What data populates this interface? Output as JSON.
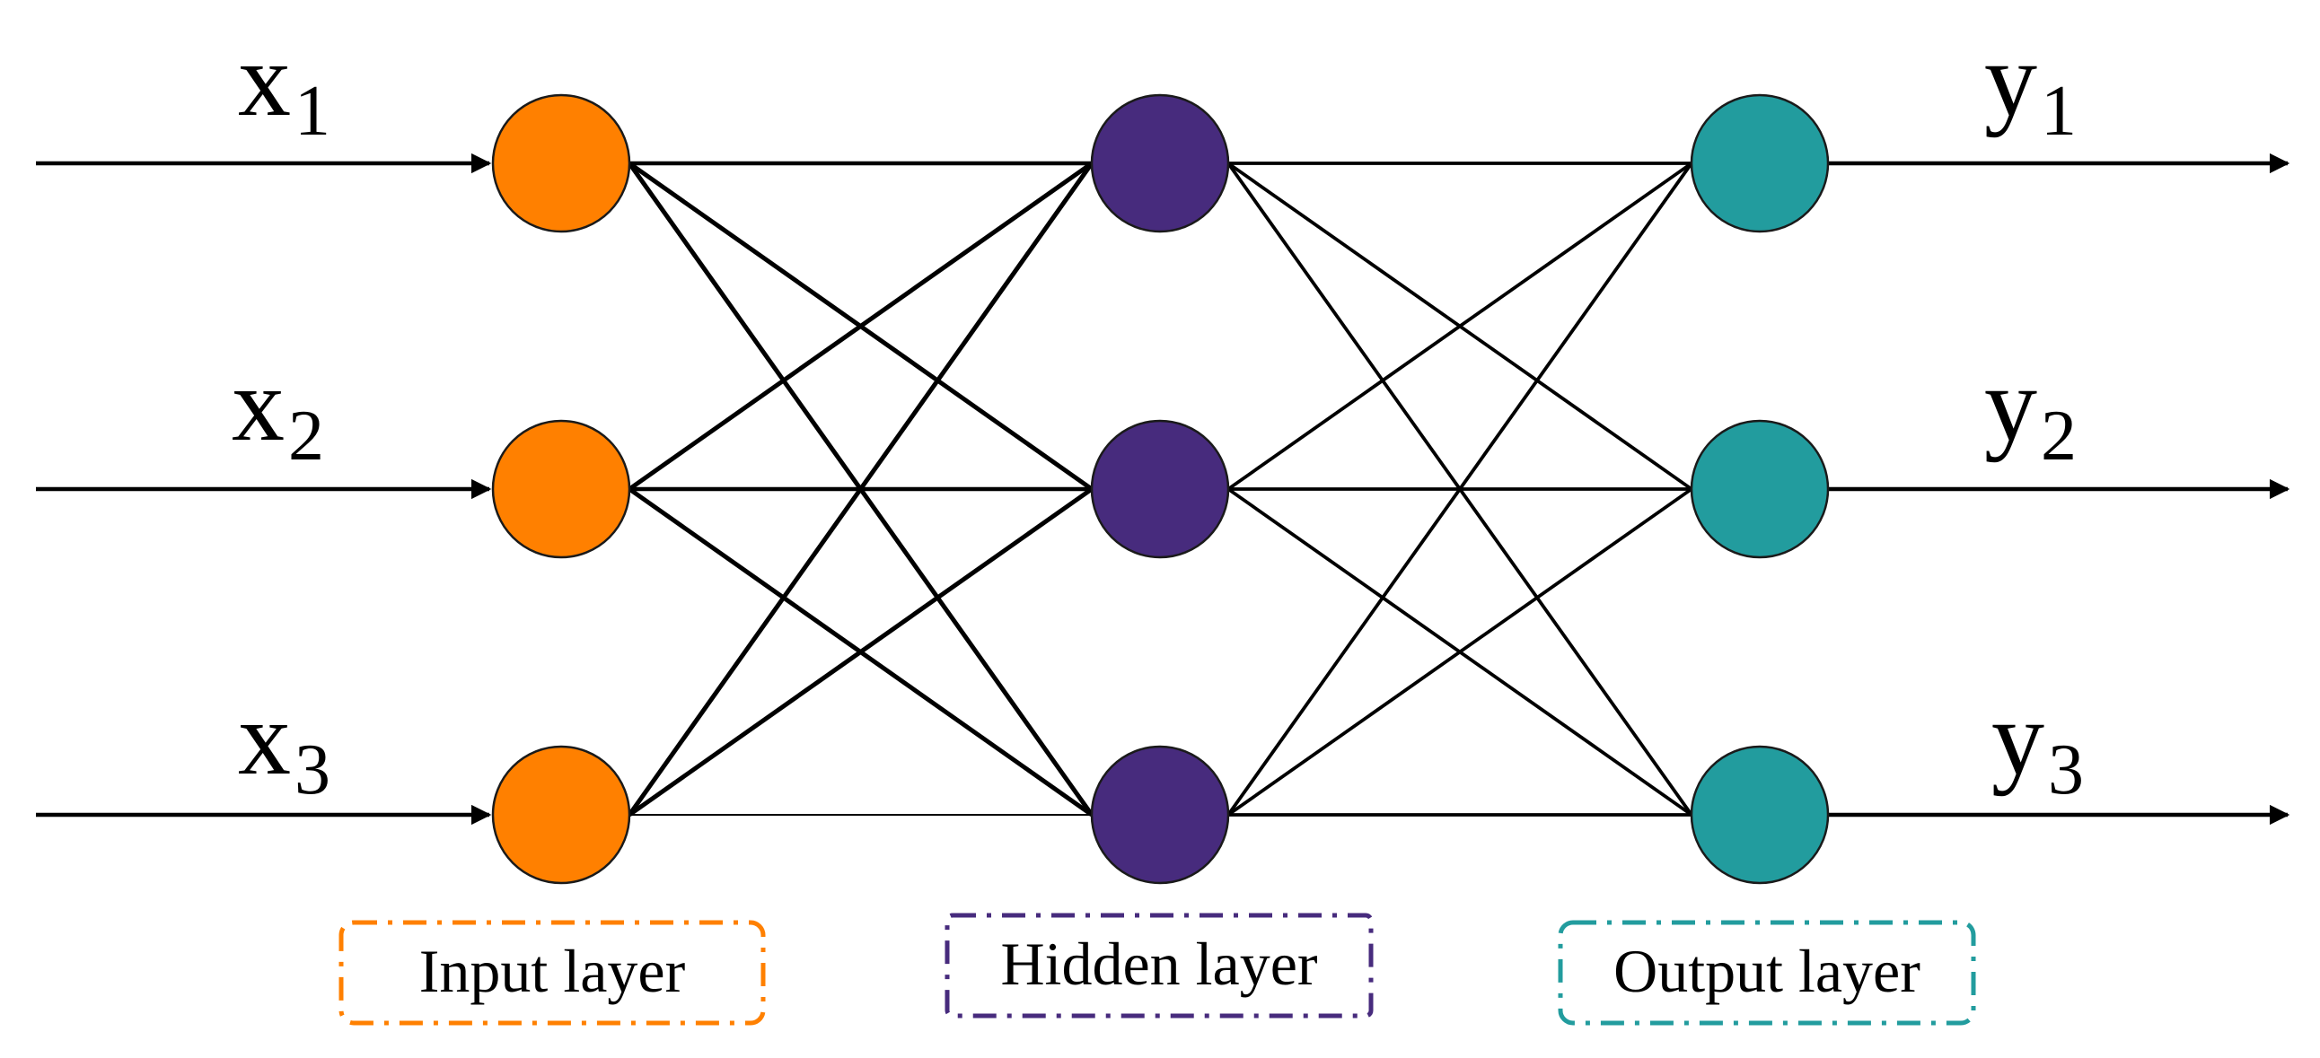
{
  "diagram": {
    "inputs": [
      {
        "base": "x",
        "sub": "1"
      },
      {
        "base": "x",
        "sub": "2"
      },
      {
        "base": "x",
        "sub": "3"
      }
    ],
    "outputs": [
      {
        "base": "y",
        "sub": "1"
      },
      {
        "base": "y",
        "sub": "2"
      },
      {
        "base": "y",
        "sub": "3"
      }
    ],
    "layers": [
      {
        "key": "input",
        "label": "Input layer",
        "color": "#FF8000",
        "nodes": 3
      },
      {
        "key": "hidden",
        "label": "Hidden layer",
        "color": "#472B7D",
        "nodes": 3
      },
      {
        "key": "output",
        "label": "Output layer",
        "color": "#229C9E",
        "nodes": 3
      }
    ]
  }
}
